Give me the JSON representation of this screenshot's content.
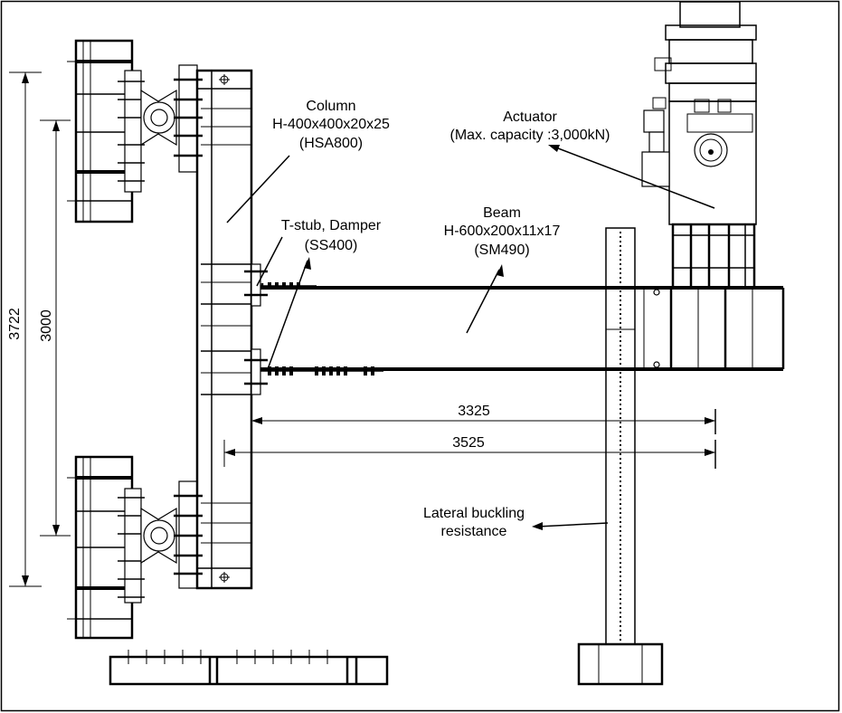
{
  "colors": {
    "line": "#000000",
    "background": "#ffffff"
  },
  "labels": {
    "column": [
      "Column",
      "H-400x400x20x25",
      "(HSA800)"
    ],
    "actuator": [
      "Actuator",
      "(Max. capacity :3,000kN)"
    ],
    "tstub": [
      "T-stub, Damper",
      "(SS400)"
    ],
    "beam": [
      "Beam",
      "H-600x200x11x17",
      "(SM490)"
    ],
    "lateral": [
      "Lateral buckling",
      "resistance"
    ]
  },
  "dimensions": {
    "outer_height": "3722",
    "inner_height": "3000",
    "span_inner": "3325",
    "span_outer": "3525"
  }
}
